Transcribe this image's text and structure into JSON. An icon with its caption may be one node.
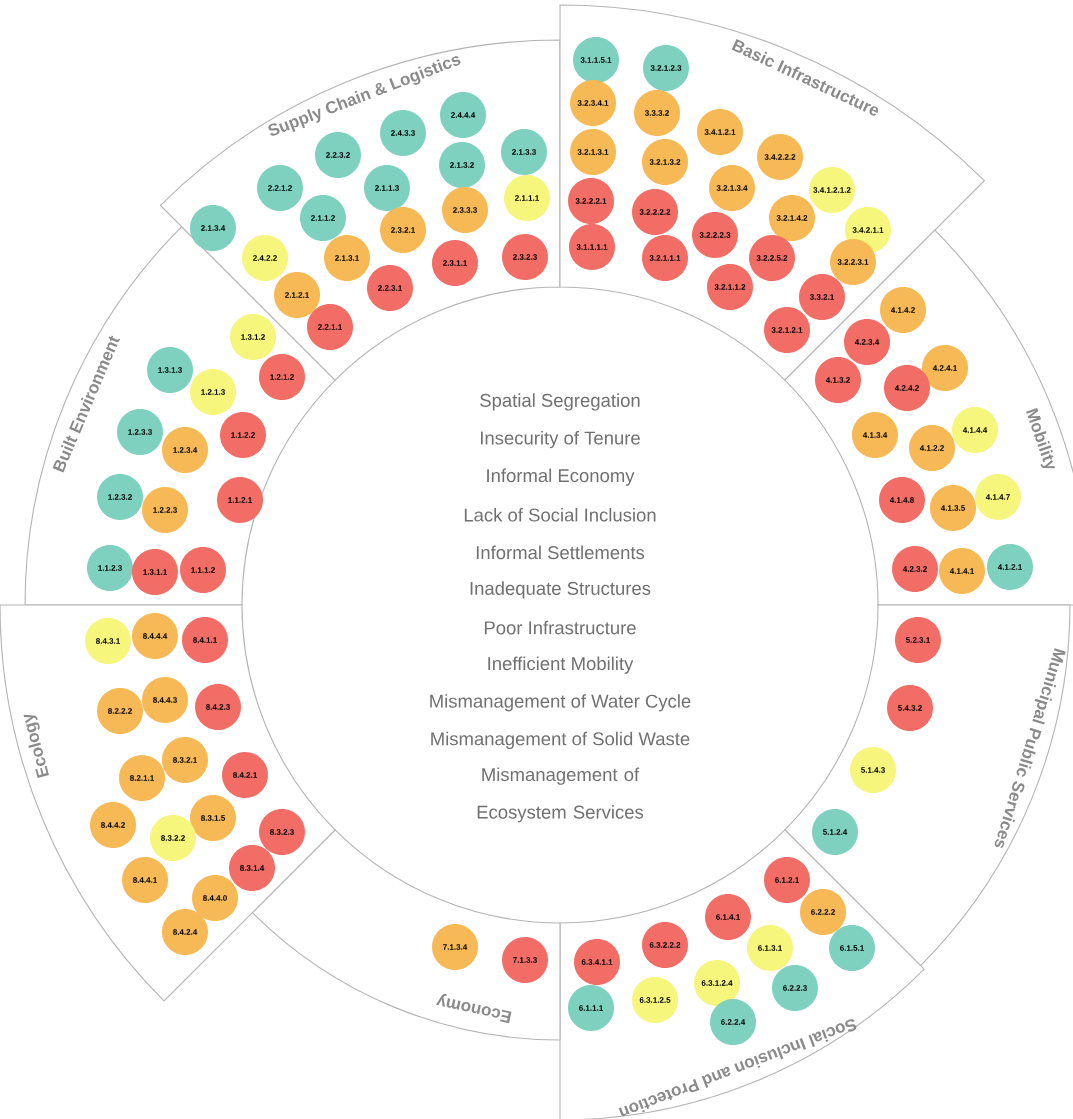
{
  "diagram": {
    "nodes": [
      {
        "text": [
          "Built Environment"
        ]
      },
      {
        "text": [
          "1.3.1.2"
        ],
        "in": 0
      },
      {
        "text": [
          "1.3.1.3"
        ],
        "in": 0
      },
      {
        "text": [
          "1.2.1.2"
        ],
        "in": 0
      },
      {
        "text": [
          "1.2.1.3"
        ],
        "in": 0
      },
      {
        "text": [
          "1.2.3.3"
        ],
        "in": 0
      },
      {
        "text": [
          "1.1.2.2"
        ],
        "in": 0
      },
      {
        "text": [
          "1.2.3.4"
        ],
        "in": 0
      },
      {
        "text": [
          "1.2.3.2"
        ],
        "in": 0
      },
      {
        "text": [
          "1.2.2.3"
        ],
        "in": 0
      },
      {
        "text": [
          "1.1.2.1"
        ],
        "in": 0
      },
      {
        "text": [
          "1.1.2.3"
        ],
        "in": 0
      },
      {
        "text": [
          "1.3.1.1"
        ],
        "in": 0
      },
      {
        "text": [
          "1.1.1.2"
        ],
        "in": 0
      },
      {
        "text": [
          "Supply Chain & Logistics"
        ]
      },
      {
        "text": [
          "2.4.4.4"
        ],
        "in": 14
      },
      {
        "text": [
          "2.4.3.3"
        ],
        "in": 14
      },
      {
        "text": [
          "2.2.3.2"
        ],
        "in": 14
      },
      {
        "text": [
          "2.1.3.3"
        ],
        "in": 14
      },
      {
        "text": [
          "2.1.3.2"
        ],
        "in": 14
      },
      {
        "text": [
          "2.2.1.2"
        ],
        "in": 14
      },
      {
        "text": [
          "2.1.1.3"
        ],
        "in": 14
      },
      {
        "text": [
          "2.1.1.1"
        ],
        "in": 14
      },
      {
        "text": [
          "2.3.3.3"
        ],
        "in": 14
      },
      {
        "text": [
          "2.1.3.4"
        ],
        "in": 14
      },
      {
        "text": [
          "2.1.1.2"
        ],
        "in": 14
      },
      {
        "text": [
          "2.3.2.1"
        ],
        "in": 14
      },
      {
        "text": [
          "2.4.2.2"
        ],
        "in": 14
      },
      {
        "text": [
          "2.1.3.1"
        ],
        "in": 14
      },
      {
        "text": [
          "2.3.1.1"
        ],
        "in": 14
      },
      {
        "text": [
          "2.3.2.3"
        ],
        "in": 14
      },
      {
        "text": [
          "2.2.3.1"
        ],
        "in": 14
      },
      {
        "text": [
          "2.1.2.1"
        ],
        "in": 14
      },
      {
        "text": [
          "2.2.1.1"
        ],
        "in": 14
      },
      {
        "text": [
          "Basic Infrastructure"
        ]
      },
      {
        "text": [
          "3.1.1.5.1"
        ],
        "in": 34
      },
      {
        "text": [
          "3.2.1.2.3"
        ],
        "in": 34
      },
      {
        "text": [
          "3.2.3.4.1"
        ],
        "in": 34
      },
      {
        "text": [
          "3.3.3.2"
        ],
        "in": 34
      },
      {
        "text": [
          "3.4.1.2.1"
        ],
        "in": 34
      },
      {
        "text": [
          "3.2.1.3.1"
        ],
        "in": 34
      },
      {
        "text": [
          "3.2.1.3.2"
        ],
        "in": 34
      },
      {
        "text": [
          "3.4.2.2.2"
        ],
        "in": 34
      },
      {
        "text": [
          "3.2.1.3.4"
        ],
        "in": 34
      },
      {
        "text": [
          "3.4.1.2.1.2"
        ],
        "in": 34
      },
      {
        "text": [
          "3.2.2.2.1"
        ],
        "in": 34
      },
      {
        "text": [
          "3.2.2.2.2"
        ],
        "in": 34
      },
      {
        "text": [
          "3.2.2.2.3"
        ],
        "in": 34
      },
      {
        "text": [
          "3.2.1.4.2"
        ],
        "in": 34
      },
      {
        "text": [
          "3.4.2.1.1"
        ],
        "in": 34
      },
      {
        "text": [
          "3.1.1.1.1"
        ],
        "in": 34
      },
      {
        "text": [
          "3.2.1.1.1"
        ],
        "in": 34
      },
      {
        "text": [
          "3.2.2.5.2"
        ],
        "in": 34
      },
      {
        "text": [
          "3.2.2.3.1"
        ],
        "in": 34
      },
      {
        "text": [
          "3.2.1.1.2"
        ],
        "in": 34
      },
      {
        "text": [
          "3.3.2.1"
        ],
        "in": 34
      },
      {
        "text": [
          "3.2.1.2.1"
        ],
        "in": 34
      },
      {
        "text": [
          "Mobility"
        ]
      },
      {
        "text": [
          "4.1.4.2"
        ],
        "in": 57
      },
      {
        "text": [
          "4.2.3.4"
        ],
        "in": 57
      },
      {
        "text": [
          "4.1.3.2"
        ],
        "in": 57
      },
      {
        "text": [
          "4.2.4.1"
        ],
        "in": 57
      },
      {
        "text": [
          "4.2.4.2"
        ],
        "in": 57
      },
      {
        "text": [
          "4.1.3.4"
        ],
        "in": 57
      },
      {
        "text": [
          "4.1.4.4"
        ],
        "in": 57
      },
      {
        "text": [
          "4.1.2.2"
        ],
        "in": 57
      },
      {
        "text": [
          "4.1.4.8"
        ],
        "in": 57
      },
      {
        "text": [
          "4.1.3.5"
        ],
        "in": 57
      },
      {
        "text": [
          "4.1.4.7"
        ],
        "in": 57
      },
      {
        "text": [
          "4.2.3.2"
        ],
        "in": 57
      },
      {
        "text": [
          "4.1.4.1"
        ],
        "in": 57
      },
      {
        "text": [
          "4.1.2.1"
        ],
        "in": 57
      },
      {
        "text": [
          "Municipal Public Services"
        ]
      },
      {
        "text": [
          "5.2.3.1"
        ],
        "in": 72
      },
      {
        "text": [
          "5.4.3.2"
        ],
        "in": 72
      },
      {
        "text": [
          "5.1.4.3"
        ],
        "in": 72
      },
      {
        "text": [
          "5.1.2.4"
        ],
        "in": 72
      },
      {
        "text": [
          "Social Inclusion and Protection"
        ]
      },
      {
        "text": [
          "6.1.2.1"
        ],
        "in": 77
      },
      {
        "text": [
          "6.2.2.2"
        ],
        "in": 77
      },
      {
        "text": [
          "6.1.4.1"
        ],
        "in": 77
      },
      {
        "text": [
          "6.3.2.2.2"
        ],
        "in": 77
      },
      {
        "text": [
          "6.1.3.1"
        ],
        "in": 77
      },
      {
        "text": [
          "6.1.5.1"
        ],
        "in": 77
      },
      {
        "text": [
          "6.3.4.1.1"
        ],
        "in": 77
      },
      {
        "text": [
          "6.3.1.2.4"
        ],
        "in": 77
      },
      {
        "text": [
          "6.2.2.3"
        ],
        "in": 77
      },
      {
        "text": [
          "6.3.1.2.5"
        ],
        "in": 77
      },
      {
        "text": [
          "6.1.1.1"
        ],
        "in": 77
      },
      {
        "text": [
          "6.2.2.4"
        ],
        "in": 77
      },
      {
        "text": [
          "Economy"
        ]
      },
      {
        "text": [
          "7.1.3.4"
        ],
        "in": 90
      },
      {
        "text": [
          "7.1.3.3"
        ],
        "in": 90
      },
      {
        "text": [
          "Ecology"
        ]
      },
      {
        "text": [
          "8.4.3.1"
        ],
        "in": 93
      },
      {
        "text": [
          "8.4.4.4"
        ],
        "in": 93
      },
      {
        "text": [
          "8.4.1.1"
        ],
        "in": 93
      },
      {
        "text": [
          "8.2.2.2"
        ],
        "in": 93
      },
      {
        "text": [
          "8.4.4.3"
        ],
        "in": 93
      },
      {
        "text": [
          "8.4.2.3"
        ],
        "in": 93
      },
      {
        "text": [
          "8.3.2.1"
        ],
        "in": 93
      },
      {
        "text": [
          "8.2.1.1"
        ],
        "in": 93
      },
      {
        "text": [
          "8.4.2.1"
        ],
        "in": 93
      },
      {
        "text": [
          "8.4.4.2"
        ],
        "in": 93
      },
      {
        "text": [
          "8.3.1.5"
        ],
        "in": 93
      },
      {
        "text": [
          "8.3.2.2"
        ],
        "in": 93
      },
      {
        "text": [
          "8.3.2.3"
        ],
        "in": 93
      },
      {
        "text": [
          "8.3.1.4"
        ],
        "in": 93
      },
      {
        "text": [
          "8.4.4.1"
        ],
        "in": 93
      },
      {
        "text": [
          "8.4.4.0"
        ],
        "in": 93
      },
      {
        "text": [
          "8.4.2.4"
        ],
        "in": 93
      }
    ],
    "labels": [
      "Spatial Segregation",
      "Insecurity of Tenure",
      "Informal Economy",
      "Lack of Social Inclusion",
      "Informal Settlements",
      "Inadequate Structures",
      "Poor Infrastructure",
      "Inefficient Mobility",
      "Mismanagement of Water Cycle",
      "Mismanagement of Solid Waste",
      "Mismanagement of Ecosystem Services"
    ]
  }
}
